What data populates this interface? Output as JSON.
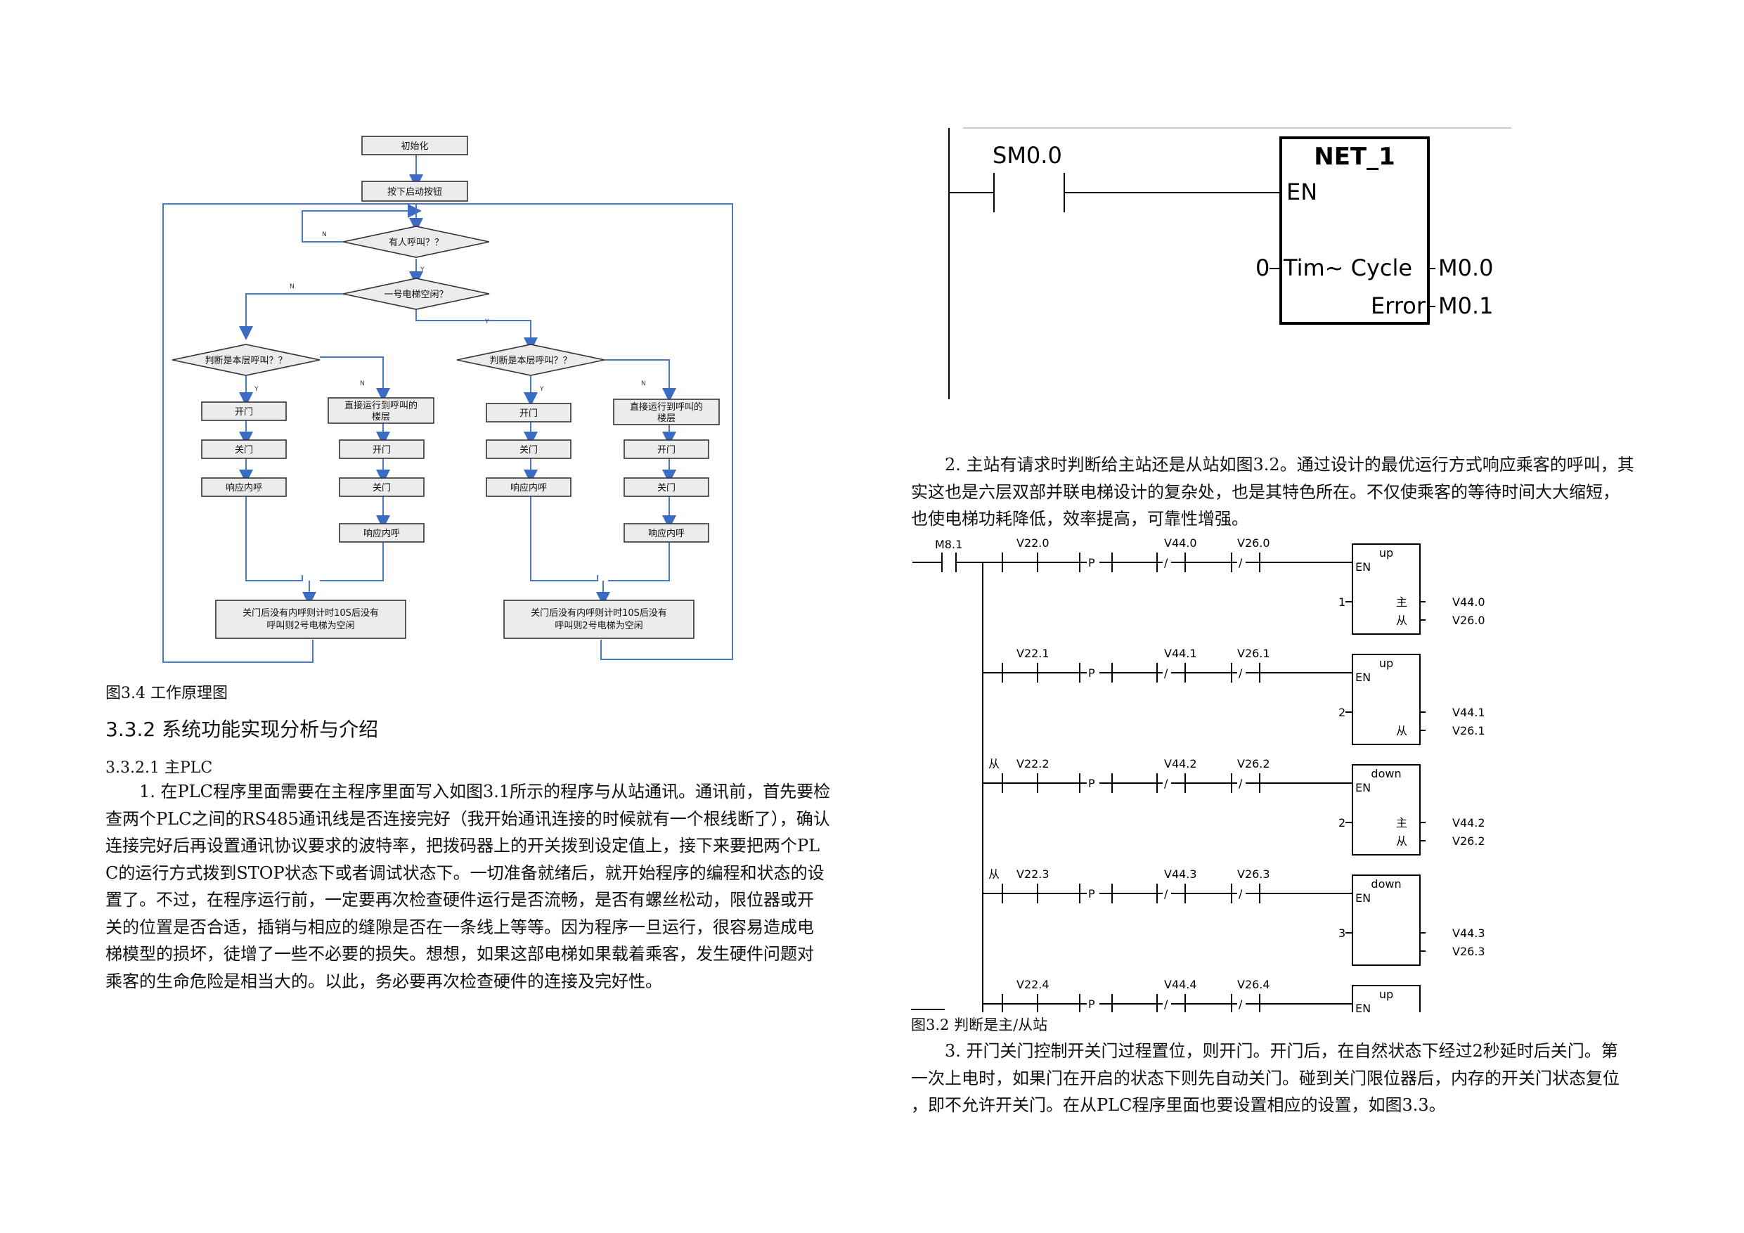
{
  "flowchart": {
    "start": "初始化",
    "press_start": "按下启动按钮",
    "anyone_call": "有人呼叫？？",
    "elevator1_idle": "一号电梯空闲？",
    "judge_floor_left": "判断是本层呼叫？？",
    "judge_floor_right": "判断是本层呼叫？？",
    "open_door": "开门",
    "close_door": "关门",
    "respond_inner": "响应内呼",
    "direct_run_line1": "直接运行到呼叫的",
    "direct_run_line2": "楼层",
    "final_line1": "关门后没有内呼则计时10S后没有",
    "final_line2": "呼叫则2号电梯为空闲",
    "mark_n": "N",
    "mark_y": "Y"
  },
  "left_text": {
    "fig_caption": "图3.4 工作原理图",
    "section_heading": "3.3.2 系统功能实现分析与介绍",
    "subsection": "3.3.2.1 主PLC",
    "para_lines": [
      "1. 在PLC程序里面需要在主程序里面写入如图3.1所示的程序与从站通讯。通讯前，首先要检",
      "查两个PLC之间的RS485通讯线是否连接完好（我开始通讯连接的时候就有一个根线断了），确认",
      "连接完好后再设置通讯协议要求的波特率，把拨码器上的开关拨到设定值上，接下来要把两个PL",
      "C的运行方式拨到STOP状态下或者调试状态下。一切准备就绪后，就开始程序的编程和状态的设",
      "置了。不过，在程序运行前，一定要再次检查硬件运行是否流畅，是否有螺丝松动，限位器或开",
      "关的位置是否合适，插销与相应的缝隙是否在一条线上等等。因为程序一旦运行，很容易造成电",
      "梯模型的损坏，徒增了一些不必要的损失。想想，如果这部电梯如果载着乘客，发生硬件问题对",
      "乘客的生命危险是相当大的。以此，务必要再次检查硬件的连接及完好性。"
    ]
  },
  "net_block": {
    "contact": "SM0.0",
    "title": "NET_1",
    "en": "EN",
    "param_value": "0",
    "param_label": "Tim~ Cycle",
    "error_label": "Error",
    "out_cycle": "M0.0",
    "out_error": "M0.1"
  },
  "right_text": {
    "para2_lines": [
      "2. 主站有请求时判断给主站还是从站如图3.2。通过设计的最优运行方式响应乘客的呼叫，其",
      "实这也是六层双部并联电梯设计的复杂处，也是其特色所在。不仅使乘客的等待时间大大缩短，",
      "也使电梯功耗降低，效率提高，可靠性增强。"
    ],
    "fig32_caption": "图3.2  判断是主/从站",
    "para3_lines": [
      "3. 开门关门控制开关门过程置位，则开门。开门后，在自然状态下经过2秒延时后关门。第",
      "一次上电时，如果门在开启的状态下则先自动关门。碰到关门限位器后，内存的开关门状态复位",
      "，即不允许开关门。在从PLC程序里面也要设置相应的设置，如图3.3。"
    ]
  },
  "ladder": {
    "power_contact": "M8.1",
    "p_label": "P",
    "slash": "/",
    "en": "EN",
    "rungs": [
      {
        "prefix": "",
        "c1": "V22.0",
        "c2": "V44.0",
        "c3": "V26.0",
        "block": "up",
        "num": "1",
        "mid1": "主",
        "mid2": "从",
        "out1": "V44.0",
        "out2": "V26.0"
      },
      {
        "prefix": "",
        "c1": "V22.1",
        "c2": "V44.1",
        "c3": "V26.1",
        "block": "up",
        "num": "2",
        "mid1": "",
        "mid2": "从",
        "out1": "V44.1",
        "out2": "V26.1"
      },
      {
        "prefix": "从",
        "c1": "V22.2",
        "c2": "V44.2",
        "c3": "V26.2",
        "block": "down",
        "num": "2",
        "mid1": "主",
        "mid2": "从",
        "out1": "V44.2",
        "out2": "V26.2"
      },
      {
        "prefix": "从",
        "c1": "V22.3",
        "c2": "V44.3",
        "c3": "V26.3",
        "block": "down",
        "num": "3",
        "mid1": "",
        "mid2": "",
        "out1": "V44.3",
        "out2": "V26.3"
      },
      {
        "prefix": "",
        "c1": "V22.4",
        "c2": "V44.4",
        "c3": "V26.4",
        "block": "up",
        "num": "",
        "mid1": "",
        "mid2": "",
        "out1": "",
        "out2": ""
      }
    ]
  }
}
